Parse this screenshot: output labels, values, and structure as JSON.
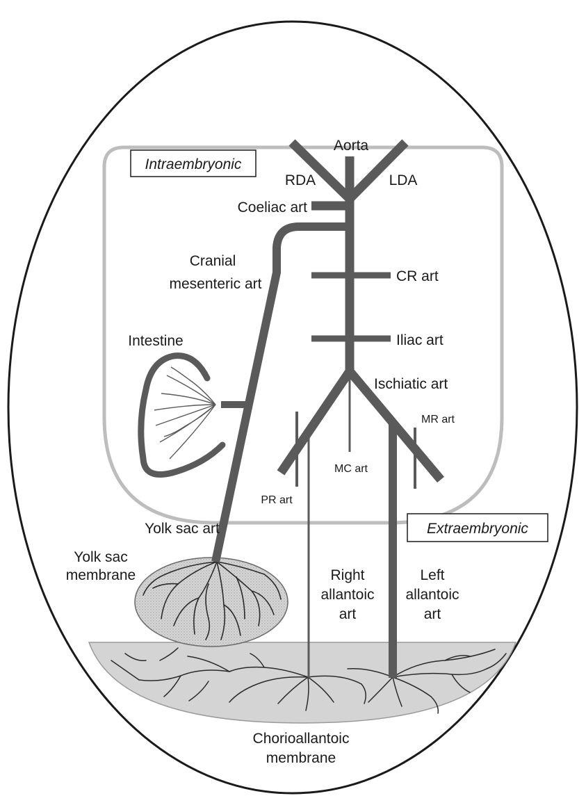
{
  "diagram": {
    "boxes": {
      "intraembryonic": "Intraembryonic",
      "extraembryonic": "Extraembryonic"
    },
    "labels": {
      "aorta": "Aorta",
      "rda": "RDA",
      "lda": "LDA",
      "coeliac": "Coeliac art",
      "cranial_mesenteric_1": "Cranial",
      "cranial_mesenteric_2": "mesenteric art",
      "cr_art": "CR art",
      "intestine": "Intestine",
      "iliac_art": "Iliac art",
      "ischiatic_art": "Ischiatic art",
      "mr_art": "MR art",
      "mc_art": "MC art",
      "pr_art": "PR art",
      "yolk_sac_art": "Yolk sac art",
      "yolk_sac_membrane_1": "Yolk sac",
      "yolk_sac_membrane_2": "membrane",
      "right_allantoic_1": "Right",
      "right_allantoic_2": "allantoic",
      "right_allantoic_3": "art",
      "left_allantoic_1": "Left",
      "left_allantoic_2": "allantoic",
      "left_allantoic_3": "art",
      "chorioallantoic_1": "Chorioallantoic",
      "chorioallantoic_2": "membrane"
    },
    "colors": {
      "vessel": "#5a5a5a",
      "outline": "#1a1a1a",
      "embryo_border": "#bdbdbd",
      "membrane_fill": "#d4d4d4",
      "yolk_fill": "#cfcfcf"
    }
  }
}
